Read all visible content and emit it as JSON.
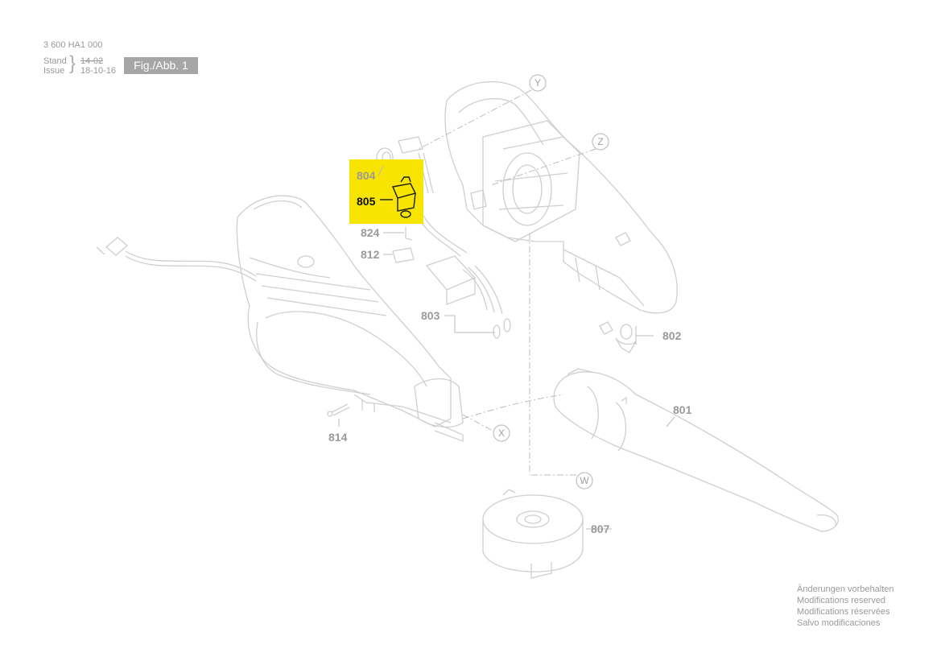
{
  "header": {
    "part_number": "3 600 HA1 000",
    "stand_label": "Stand",
    "issue_label": "Issue",
    "old_date": "14-02",
    "new_date": "18-10-16",
    "figure_label": "Fig./Abb. 1"
  },
  "callouts": {
    "p801": "801",
    "p802": "802",
    "p803": "803",
    "p804": "804",
    "p805": "805",
    "p807": "807",
    "p812": "812",
    "p814": "814",
    "p824": "824"
  },
  "axis_markers": {
    "x": "X",
    "y": "Y",
    "z": "Z",
    "w": "W"
  },
  "highlight": {
    "part": "805",
    "color": "#f7e400"
  },
  "notice": {
    "line1": "Änderungen vorbehalten",
    "line2": "Modifications reserved",
    "line3": "Modifications réservées",
    "line4": "Salvo modificaciones"
  }
}
